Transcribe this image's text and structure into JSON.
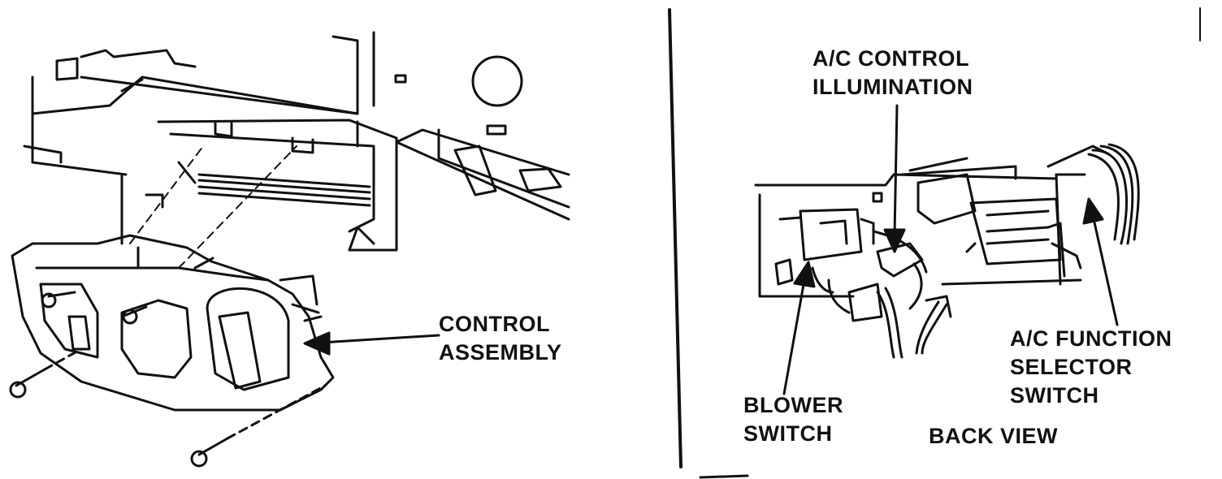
{
  "labels": {
    "control_assembly": [
      "CONTROL",
      "ASSEMBLY"
    ],
    "ac_control_illumination": [
      "A/C CONTROL",
      "ILLUMINATION"
    ],
    "blower_switch": [
      "BLOWER",
      "SWITCH"
    ],
    "ac_function_selector_switch": [
      "A/C FUNCTION",
      "SELECTOR",
      "SWITCH"
    ],
    "back_view": "BACK VIEW"
  },
  "colors": {
    "ink": "#111111",
    "paper": "#ffffff"
  }
}
